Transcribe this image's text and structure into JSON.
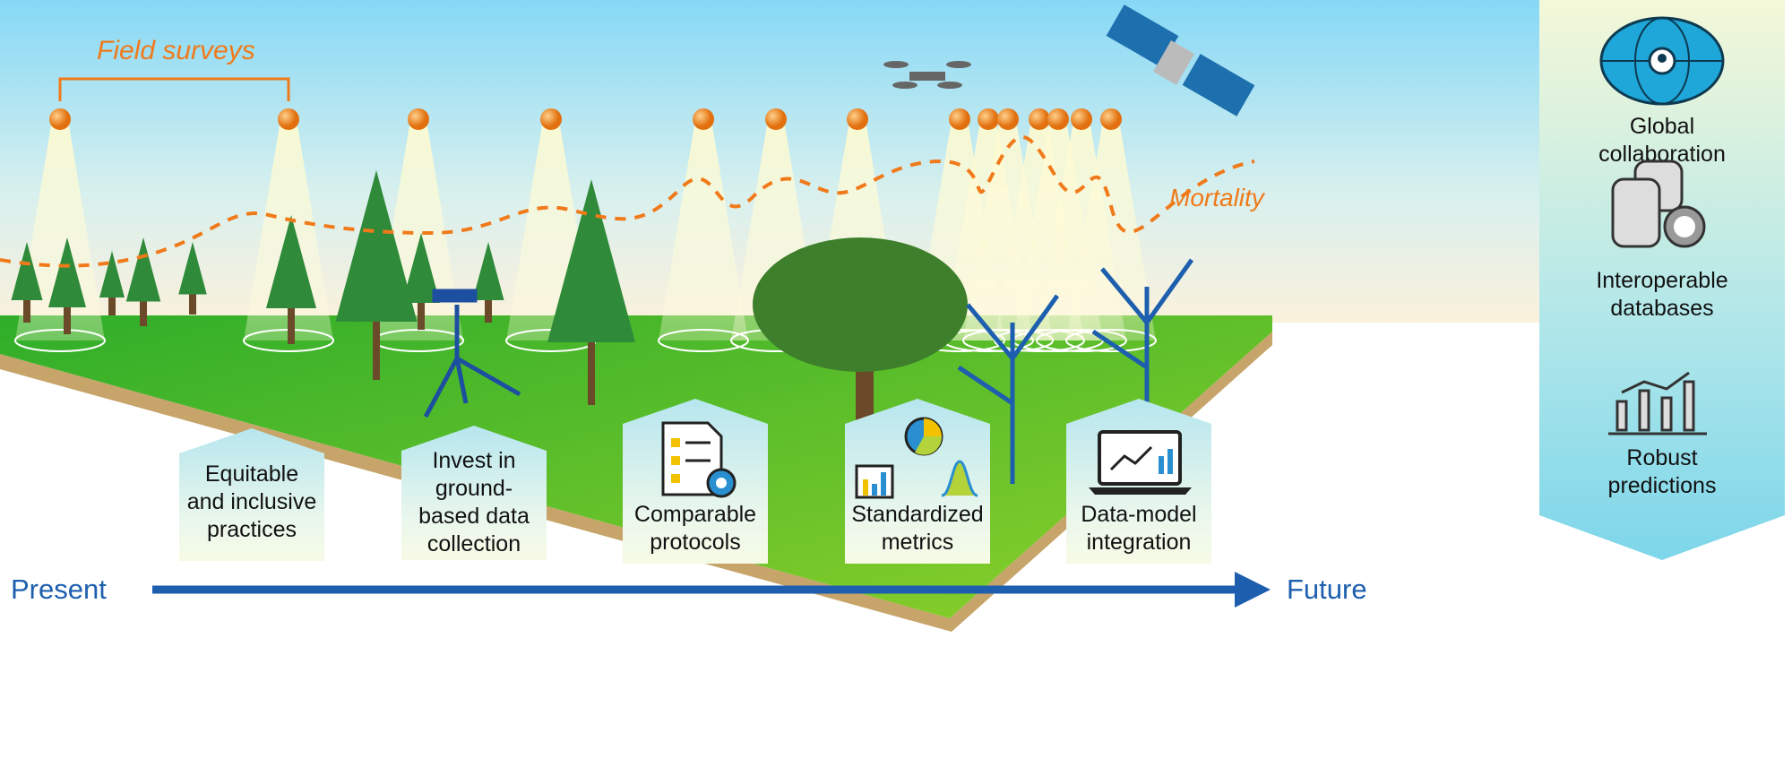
{
  "annotations": {
    "field_surveys": "Field surveys",
    "mortality": "Mortality"
  },
  "timeline": {
    "start": "Present",
    "end": "Future"
  },
  "steps": [
    {
      "lines": [
        "Equitable",
        "and inclusive",
        "practices"
      ]
    },
    {
      "lines": [
        "Invest in",
        "ground-",
        "based data",
        "collection"
      ]
    },
    {
      "lines": [
        "Comparable",
        "protocols"
      ],
      "icon": "checklist-gear-icon"
    },
    {
      "lines": [
        "Standardized",
        "metrics"
      ],
      "icon": "charts-icon"
    },
    {
      "lines": [
        "Data-model",
        "integration"
      ],
      "icon": "laptop-chart-icon"
    }
  ],
  "outcomes": [
    {
      "lines": [
        "Global",
        "collaboration"
      ],
      "icon": "globe-network-icon"
    },
    {
      "lines": [
        "Interoperable",
        "databases"
      ],
      "icon": "database-gear-icon"
    },
    {
      "lines": [
        "Robust",
        "predictions"
      ],
      "icon": "bar-trend-icon"
    }
  ],
  "colors": {
    "orange": "#f07a1a",
    "blue": "#1d5fae",
    "green": "#4cb82c"
  }
}
